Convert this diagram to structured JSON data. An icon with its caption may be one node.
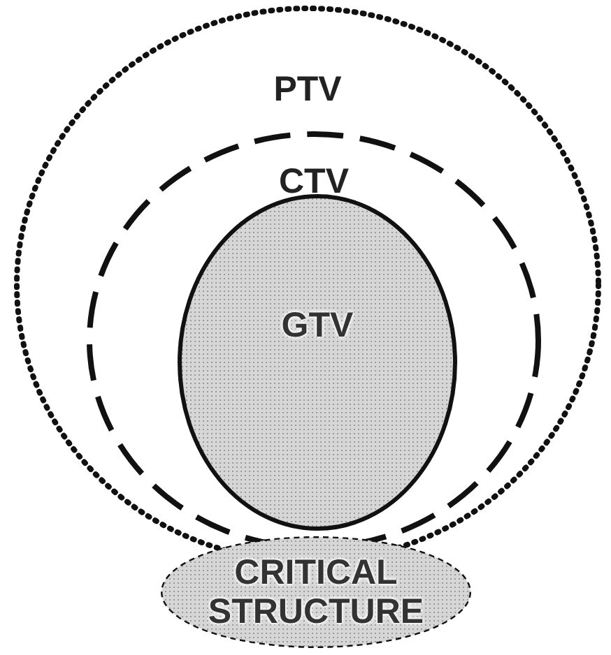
{
  "diagram": {
    "nodes": [
      {
        "text": [
          "PTV"
        ]
      },
      {
        "text": [
          "CTV"
        ],
        "in": 0
      },
      {
        "text": [
          "GTV"
        ],
        "in": 1
      },
      {
        "text": [
          "CRITICAL STRUCTURE"
        ]
      }
    ]
  }
}
